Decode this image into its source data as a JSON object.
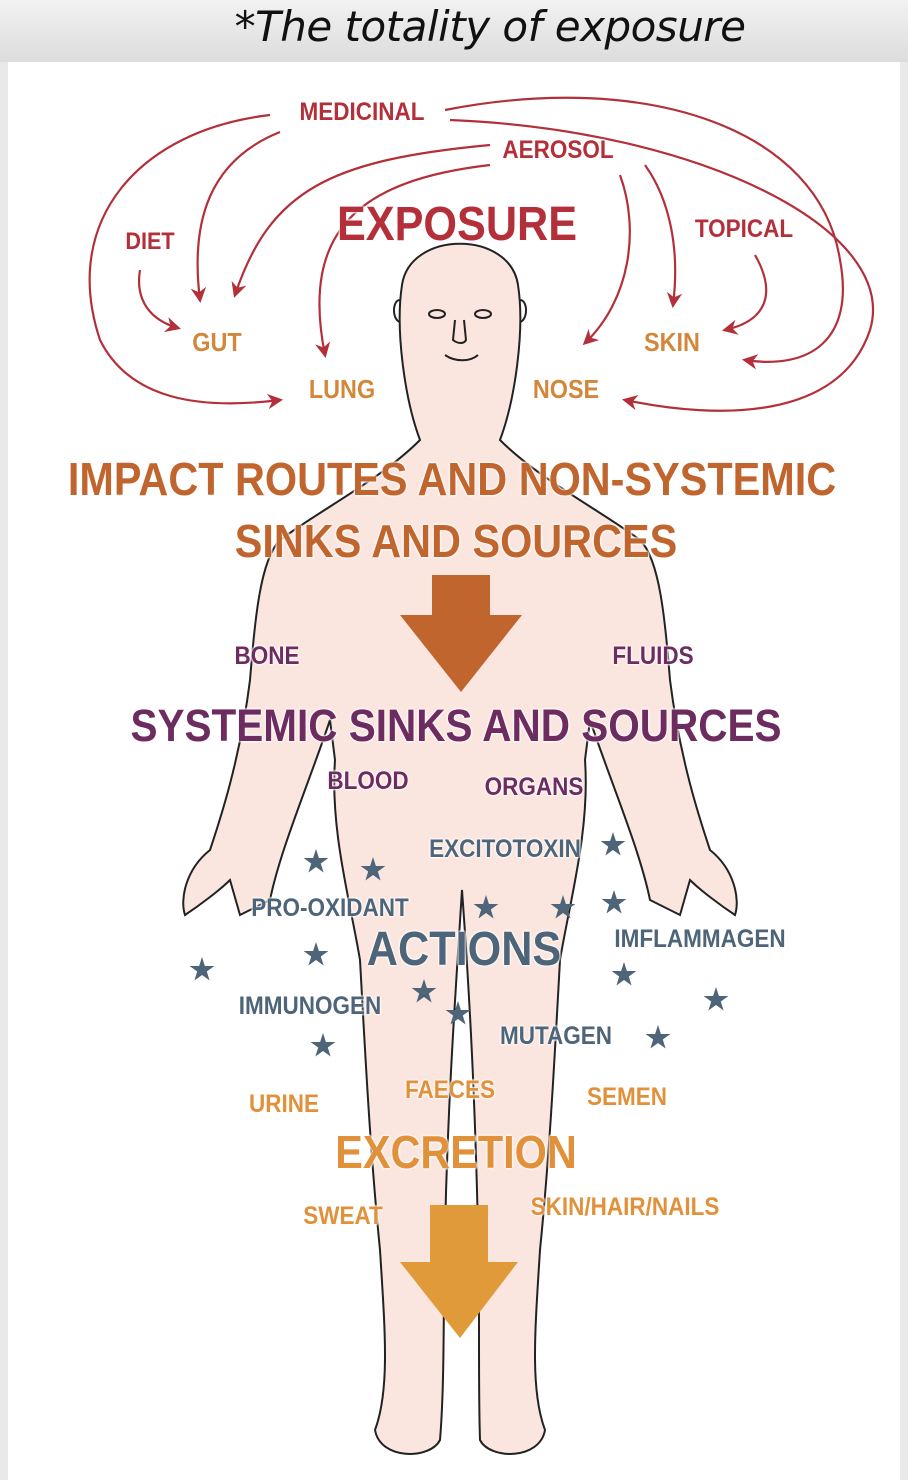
{
  "title": "*The totality of exposure",
  "exposure": {
    "heading": "EXPOSURE",
    "sources": [
      "MEDICINAL",
      "AEROSOL",
      "DIET",
      "TOPICAL"
    ],
    "routes": [
      "GUT",
      "LUNG",
      "NOSE",
      "SKIN"
    ]
  },
  "impact": {
    "line1": "IMPACT ROUTES AND NON-SYSTEMIC",
    "line2": "SINKS AND SOURCES"
  },
  "systemic": {
    "heading": "SYSTEMIC SINKS AND SOURCES",
    "items": [
      "BONE",
      "FLUIDS",
      "BLOOD",
      "ORGANS"
    ]
  },
  "actions": {
    "heading": "ACTIONS",
    "items": [
      "EXCITOTOXIN",
      "PRO-OXIDANT",
      "IMFLAMMAGEN",
      "IMMUNOGEN",
      "MUTAGEN"
    ]
  },
  "excretion": {
    "heading": "EXCRETION",
    "items": [
      "URINE",
      "FAECES",
      "SEMEN",
      "SWEAT",
      "SKIN/HAIR/NAILS"
    ]
  },
  "colors": {
    "exposure": "#b3303a",
    "impact": "#c1652e",
    "systemic": "#6d2c60",
    "actions": "#4d6479",
    "excretion": "#e0913a",
    "skin": "#fbe6df"
  }
}
